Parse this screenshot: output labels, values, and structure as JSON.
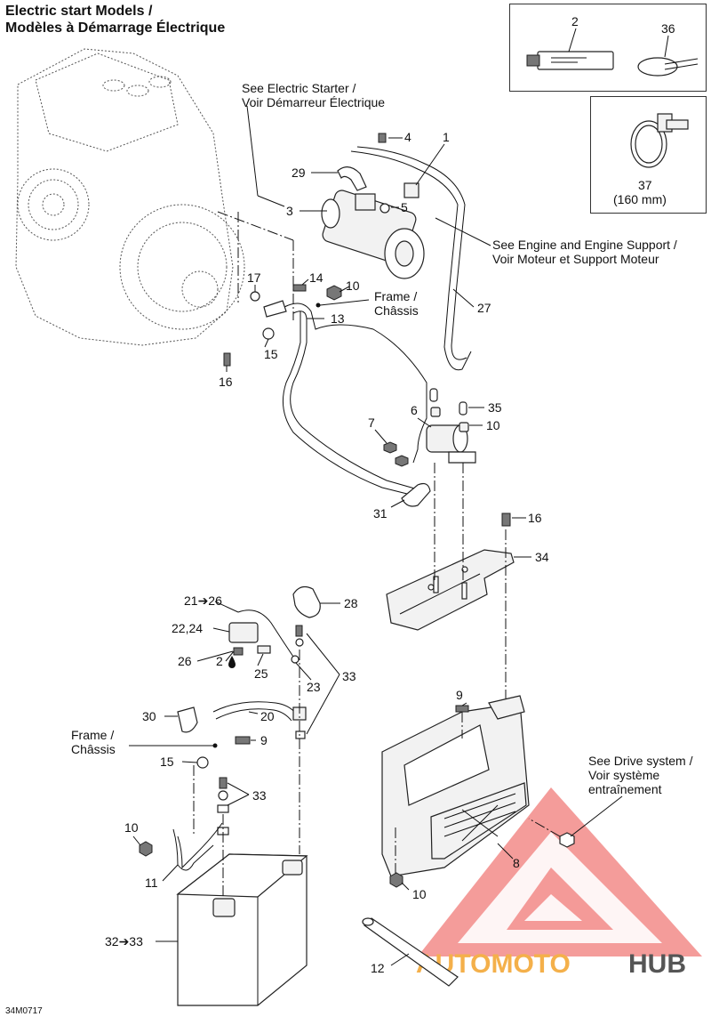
{
  "title": {
    "line1": "Electric start Models /",
    "line2": "Modèles à Démarrage Électrique"
  },
  "notes": {
    "starter_line1": "See Electric Starter /",
    "starter_line2": "Voir Démarreur Électrique",
    "engine_line1": "See Engine and Engine Support /",
    "engine_line2": "Voir Moteur et Support Moteur",
    "frame_top_line1": "Frame /",
    "frame_top_line2": "Châssis",
    "frame_bottom_line1": "Frame /",
    "frame_bottom_line2": "Châssis",
    "drive_line1": "See Drive system /",
    "drive_line2": "Voir système",
    "drive_line3": "entraînement",
    "size_37": "(160 mm)"
  },
  "callouts": {
    "c1": "1",
    "c2": "2",
    "c3": "3",
    "c4": "4",
    "c5": "5",
    "c6": "6",
    "c7": "7",
    "c8": "8",
    "c9a": "9",
    "c9b": "9",
    "c10a": "10",
    "c10b": "10",
    "c10c": "10",
    "c10d": "10",
    "c11": "11",
    "c12": "12",
    "c13": "13",
    "c14": "14",
    "c15a": "15",
    "c15b": "15",
    "c16a": "16",
    "c16b": "16",
    "c17": "17",
    "c20": "20",
    "c21": "21➔26",
    "c22": "22,24",
    "c23": "23",
    "c25": "25",
    "c26": "26",
    "c2drop": "2",
    "c27": "27",
    "c28": "28",
    "c29": "29",
    "c30": "30",
    "c31": "31",
    "c32": "32➔33",
    "c33a": "33",
    "c33b": "33",
    "c34": "34",
    "c35": "35",
    "c36": "36",
    "c37": "37"
  },
  "drawing_code": "34M0717",
  "watermark": {
    "part1": "AUTOMOTO",
    "part2": "HUB"
  },
  "colors": {
    "watermark_red": "#f07b78",
    "watermark_orange": "#f4b04a",
    "watermark_gray": "#555555"
  }
}
